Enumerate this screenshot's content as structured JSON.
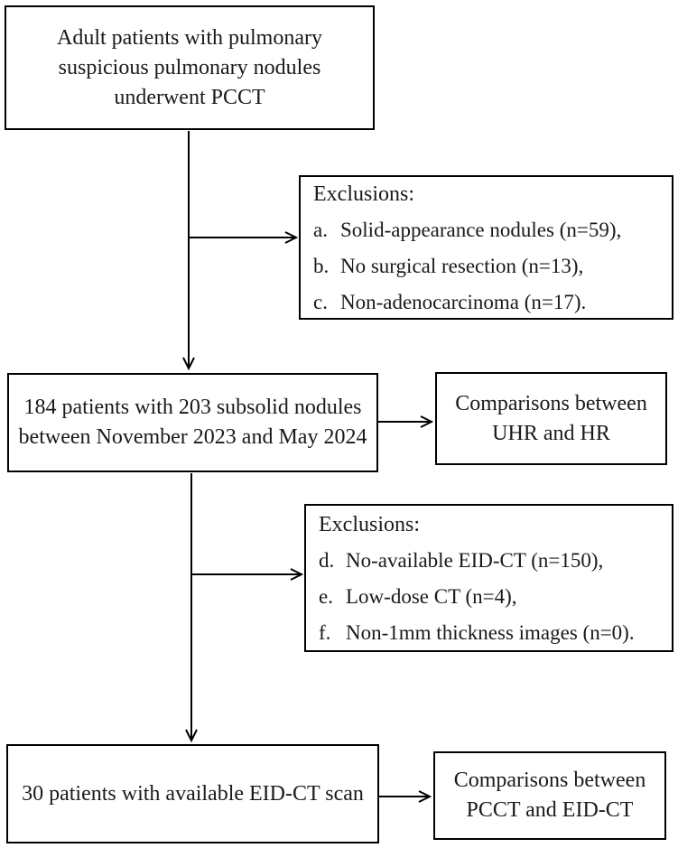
{
  "figure": {
    "type": "patient-flow-diagram",
    "colors": {
      "background": "#ffffff",
      "line": "#000000",
      "text": "#1a1a1a"
    },
    "box_enrollment": {
      "lines": {
        "0": "Adult patients with pulmonary",
        "1": "suspicious pulmonary nodules",
        "2": "underwent PCCT"
      }
    },
    "box_exclusions_initial": {
      "title": "Exclusions:",
      "items": [
        {
          "label": "a.",
          "text": "Solid-appearance nodules (n=59),"
        },
        {
          "label": "b.",
          "text": "No surgical resection (n=13),"
        },
        {
          "label": "c.",
          "text": "Non-adenocarcinoma (n=17)."
        }
      ]
    },
    "box_cohort_subsolid": {
      "lines": {
        "0": "184 patients with 203 subsolid nodules",
        "1": "between November 2023 and May 2024"
      }
    },
    "box_comparison_uhr": {
      "lines": {
        "0": "Comparisons between",
        "1": "UHR and HR"
      }
    },
    "box_exclusions_eidct": {
      "title": "Exclusions:",
      "items": [
        {
          "label": "d.",
          "text": "No-available EID-CT (n=150),"
        },
        {
          "label": "e.",
          "text": "Low-dose CT (n=4),"
        },
        {
          "label": "f.",
          "text": "Non-1mm thickness images (n=0)."
        }
      ]
    },
    "box_cohort_eidct": {
      "lines": {
        "0": "30 patients with available EID-CT scan"
      }
    },
    "box_comparison_pcct": {
      "lines": {
        "0": "Comparisons between",
        "1": "PCCT and EID-CT"
      }
    }
  }
}
